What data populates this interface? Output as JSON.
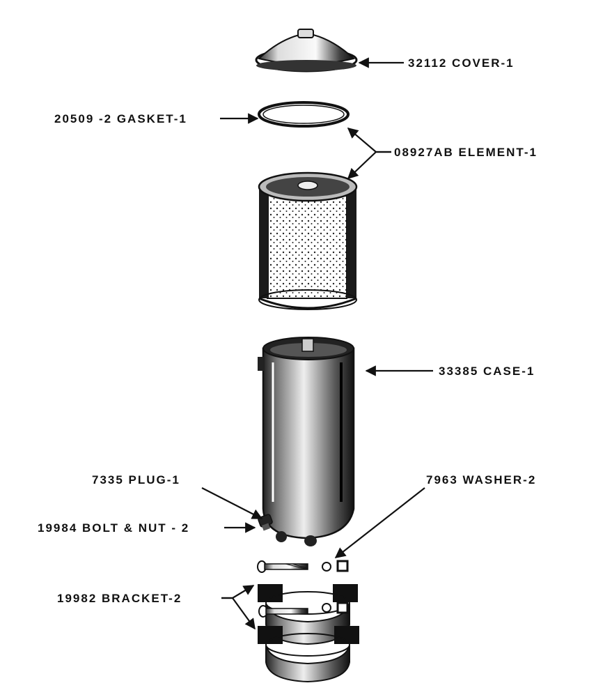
{
  "labels": {
    "cover": "32112 COVER-1",
    "gasket": "20509 -2 GASKET-1",
    "element": "08927AB ELEMENT-1",
    "case": "33385 CASE-1",
    "plug": "7335 PLUG-1",
    "washer": "7963 WASHER-2",
    "bolt_nut": "19984 BOLT & NUT - 2",
    "bracket": "19982 BRACKET-2"
  },
  "colors": {
    "ink": "#111111",
    "paper": "#ffffff"
  }
}
